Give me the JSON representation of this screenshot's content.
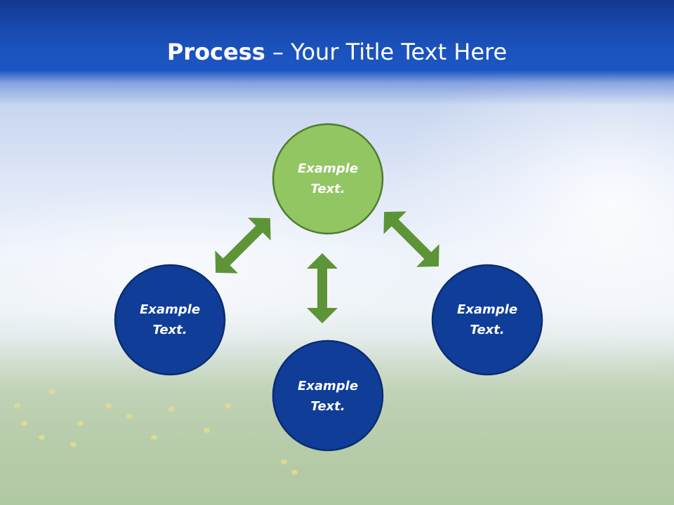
{
  "title": {
    "bold_part": "Process",
    "separator": " – ",
    "rest": "Your Title Text Here"
  },
  "nodes": {
    "top": {
      "line1": "Example",
      "line2": "Text.",
      "color": "#92c663"
    },
    "left": {
      "line1": "Example",
      "line2": "Text.",
      "color": "#0f3d98"
    },
    "bottom": {
      "line1": "Example",
      "line2": "Text.",
      "color": "#0f3d98"
    },
    "right": {
      "line1": "Example",
      "line2": "Text.",
      "color": "#0f3d98"
    }
  },
  "colors": {
    "header_blue": "#1b52bd",
    "arrow_green": "#5d9437",
    "node_border_green": "#4f7d2b",
    "node_border_blue": "#0b2c70"
  }
}
